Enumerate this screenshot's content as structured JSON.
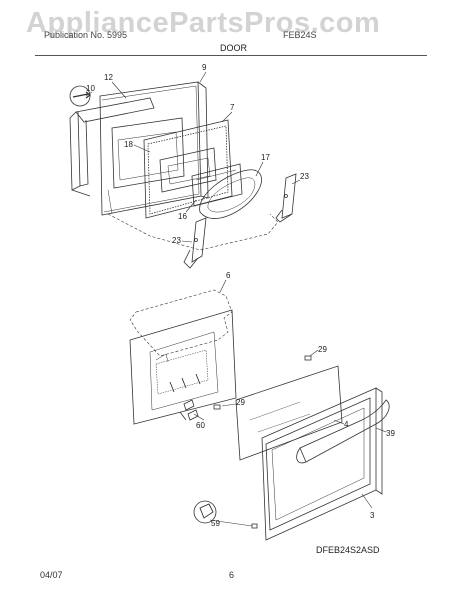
{
  "watermark": "AppliancePartsPros.com",
  "header": {
    "publication": "Publication No. 5995",
    "model": "FEB24S",
    "section_title": "DOOR"
  },
  "callouts": {
    "c9": "9",
    "c12": "12",
    "c10": "10",
    "c7": "7",
    "c18": "18",
    "c17": "17",
    "c23a": "23",
    "c16": "16",
    "c23b": "23",
    "c6": "6",
    "c29a": "29",
    "c29b": "29",
    "c60": "60",
    "c4": "4",
    "c39": "39",
    "c3": "3",
    "c59": "59"
  },
  "model_code": "DFEB24S2ASD",
  "footer": {
    "date": "04/07",
    "page": "6"
  }
}
